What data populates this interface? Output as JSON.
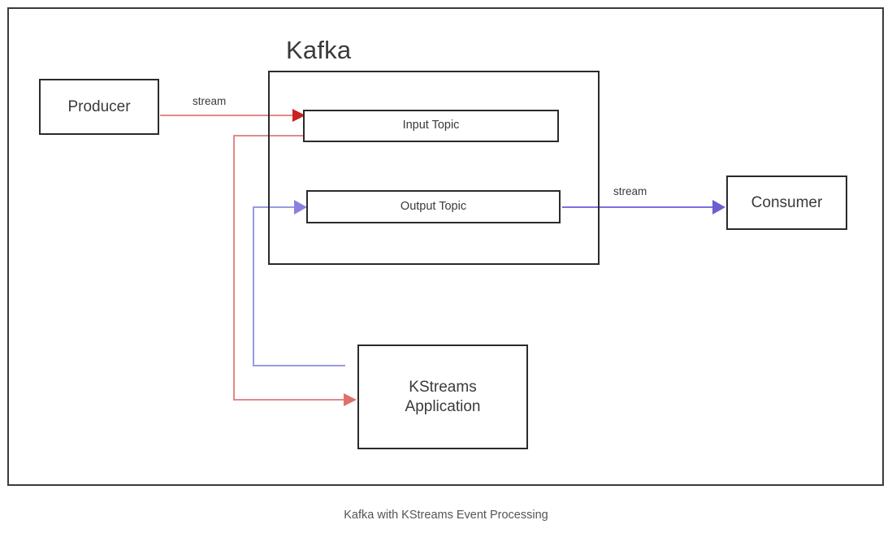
{
  "diagram": {
    "caption": "Kafka with KStreams Event Processing",
    "kafka_title": "Kafka",
    "nodes": {
      "producer": "Producer",
      "consumer": "Consumer",
      "kstreams": "KStreams\nApplication",
      "input_topic": "Input Topic",
      "output_topic": "Output Topic"
    },
    "edge_labels": {
      "producer_to_input": "stream",
      "output_to_consumer": "stream"
    },
    "colors": {
      "red_line": "#e08a8a",
      "red_arrowhead": "#cc2222",
      "blue_line": "#9a9ae0",
      "blue_arrowhead": "#6b5fd0",
      "box_border": "#2b2b2b",
      "frame_border": "#3b3b3b",
      "text": "#3a3a3a",
      "caption_text": "#555555",
      "background": "#ffffff"
    },
    "flows": [
      {
        "name": "producer-to-input-topic",
        "from": "Producer",
        "to": "Input Topic",
        "color": "red",
        "label": "stream"
      },
      {
        "name": "input-topic-to-kstreams",
        "from": "Input Topic",
        "to": "KStreams Application",
        "color": "red",
        "label": ""
      },
      {
        "name": "kstreams-to-output-topic",
        "from": "KStreams Application",
        "to": "Output Topic",
        "color": "blue",
        "label": ""
      },
      {
        "name": "output-topic-to-consumer",
        "from": "Output Topic",
        "to": "Consumer",
        "color": "blue",
        "label": "stream"
      }
    ]
  }
}
